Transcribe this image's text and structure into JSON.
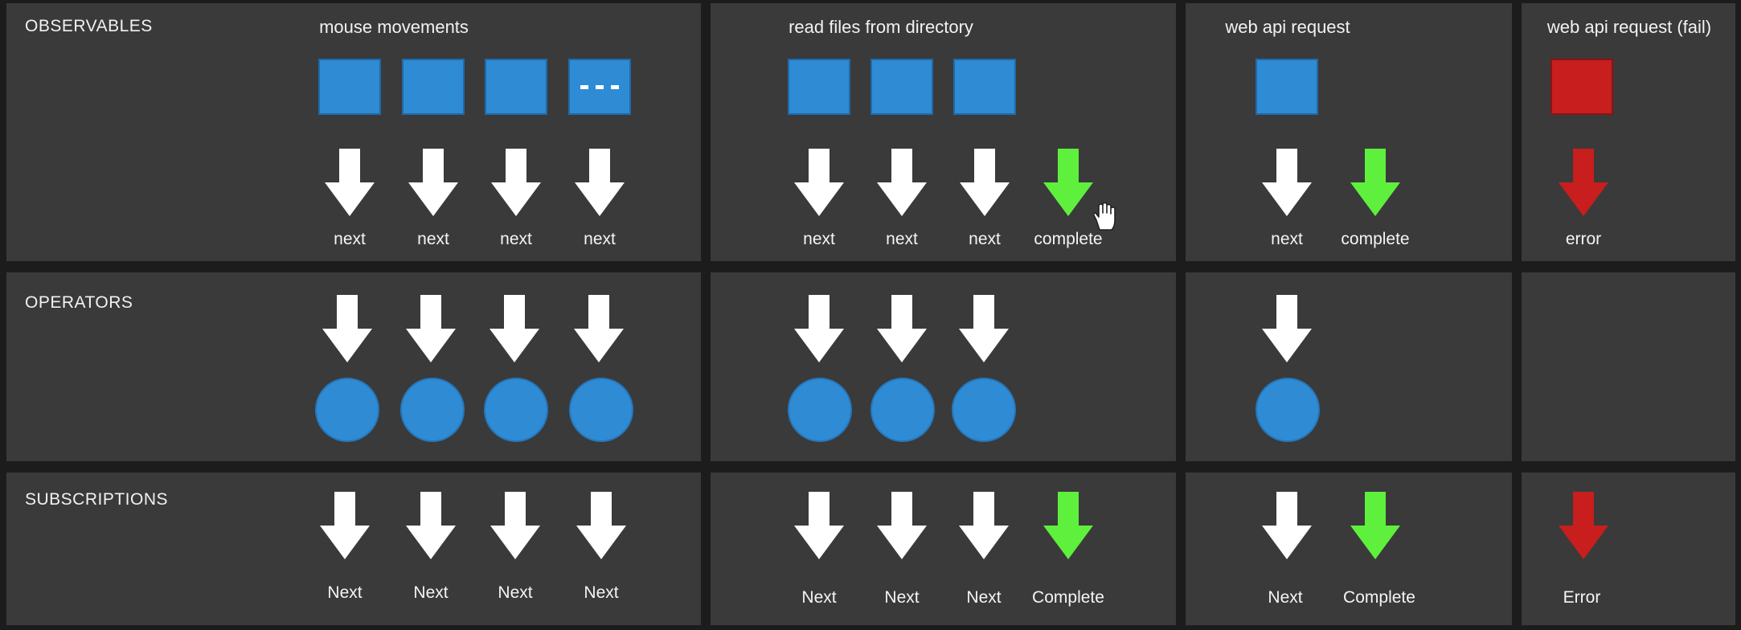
{
  "rows": {
    "observables": "OBSERVABLES",
    "operators": "OPERATORS",
    "subscriptions": "SUBSCRIPTIONS"
  },
  "columns": {
    "mouse": "mouse movements",
    "files": "read files from directory",
    "web": "web api request",
    "fail": "web api request (fail)"
  },
  "observable_labels": {
    "mouse": [
      "next",
      "next",
      "next",
      "next"
    ],
    "files": [
      "next",
      "next",
      "next",
      "complete"
    ],
    "web": [
      "next",
      "complete"
    ],
    "fail": [
      "error"
    ]
  },
  "subscription_labels": {
    "mouse": [
      "Next",
      "Next",
      "Next",
      "Next"
    ],
    "files": [
      "Next",
      "Next",
      "Next",
      "Complete"
    ],
    "web": [
      "Next",
      "Complete"
    ],
    "fail": [
      "Error"
    ]
  },
  "colors": {
    "next": "#ffffff",
    "complete": "#5ef03c",
    "error": "#c81e1e",
    "value_shape": "#2e8bd4",
    "panel": "#3a3a3a",
    "background": "#1c1c1c"
  },
  "icons": {
    "next": "arrow-down-white",
    "complete": "arrow-down-green",
    "error": "arrow-down-red",
    "ellipsis": "ellipsis-dots",
    "cursor": "hand-cursor"
  }
}
